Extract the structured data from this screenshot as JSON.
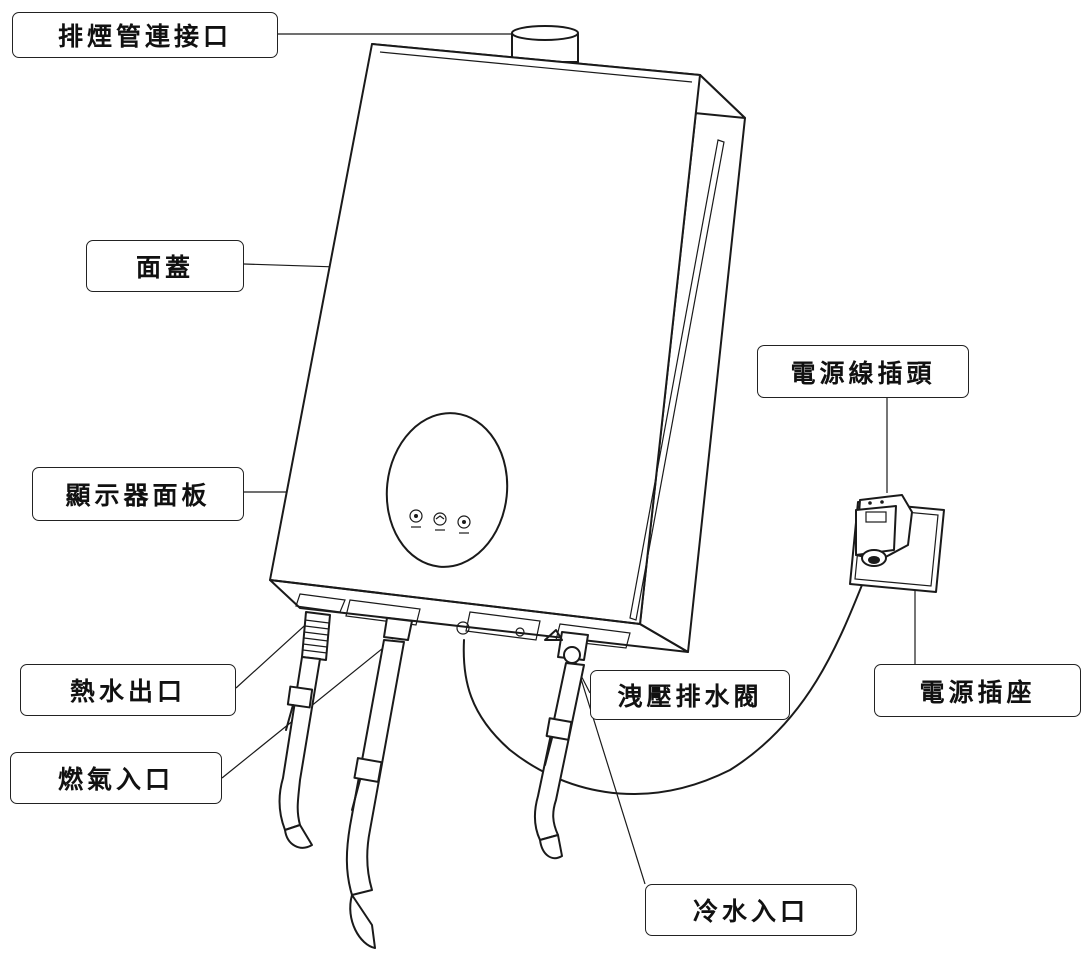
{
  "labels": {
    "flue_connector": "排煙管連接口",
    "front_cover": "面蓋",
    "display_panel": "顯示器面板",
    "power_plug": "電源線插頭",
    "power_socket": "電源插座",
    "hot_water_outlet": "熱水出口",
    "gas_inlet": "燃氣入口",
    "pressure_relief_valve": "洩壓排水閥",
    "cold_water_inlet": "冷水入口"
  }
}
